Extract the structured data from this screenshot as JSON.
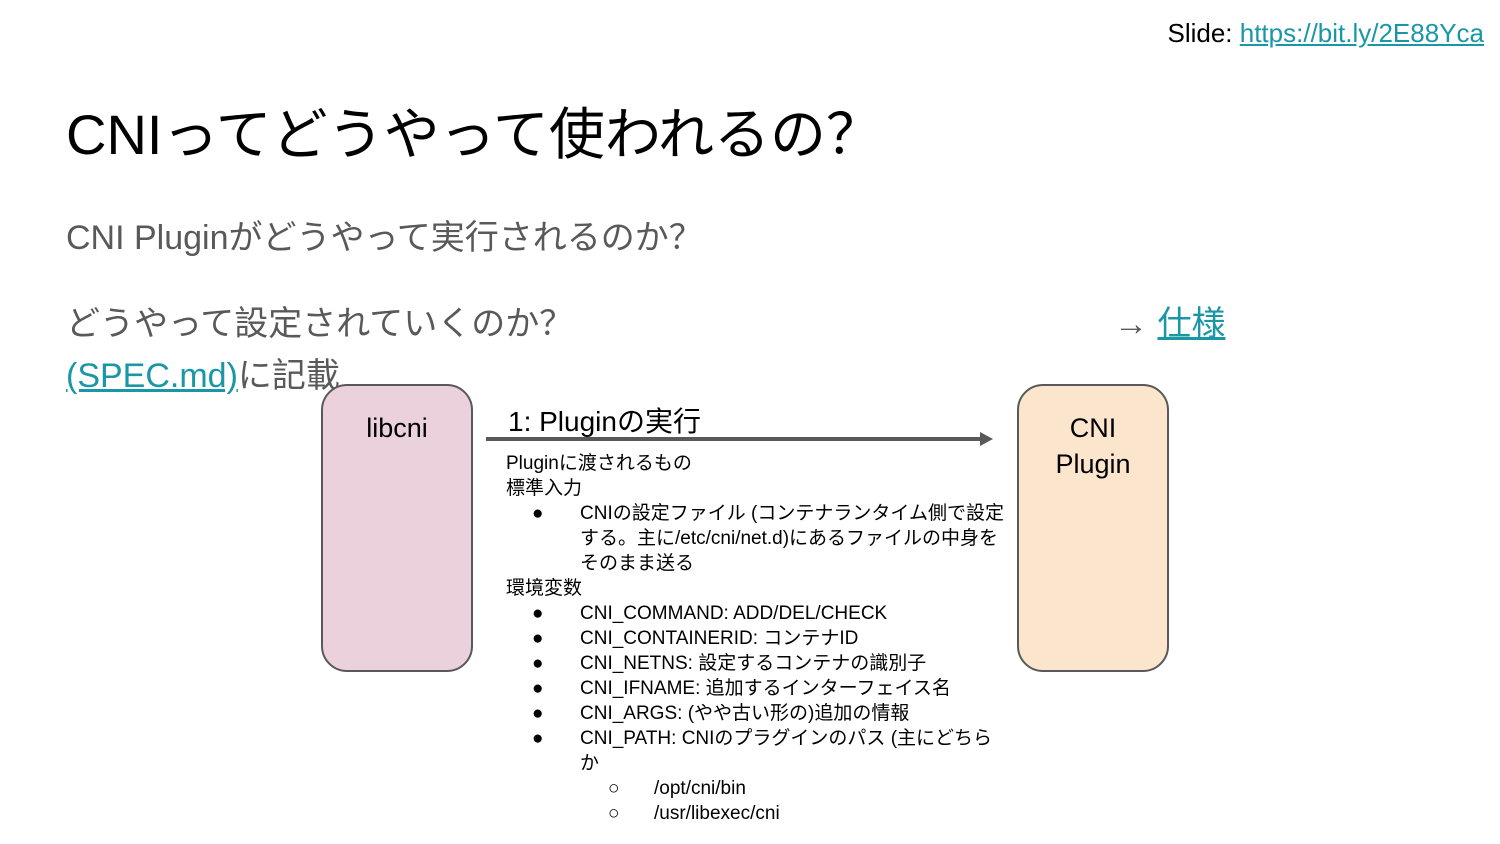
{
  "slide_link": {
    "prefix": "Slide: ",
    "url_text": "https://bit.ly/2E88Yca"
  },
  "title": "CNIってどうやって使われるの？",
  "subtitles": {
    "line1": "CNI Pluginがどうやって実行されるのか？",
    "line2": "どうやって設定されていくのか？",
    "arrow_prefix": "→ ",
    "spec_link1": "仕様",
    "spec_link2": "(SPEC.md)",
    "suffix": "に記載"
  },
  "diagram": {
    "left_box": "libcni",
    "right_box_line1": "CNI",
    "right_box_line2": "Plugin",
    "arrow_label": "1: Pluginの実行",
    "details": {
      "intro": "Pluginに渡されるもの",
      "stdin_heading": "標準入力",
      "stdin_items": [
        "CNIの設定ファイル (コンテナランタイム側で設定する。主に/etc/cni/net.d)にあるファイルの中身をそのまま送る"
      ],
      "env_heading": "環境変数",
      "env_items": [
        "CNI_COMMAND: ADD/DEL/CHECK",
        "CNI_CONTAINERID: コンテナID",
        "CNI_NETNS: 設定するコンテナの識別子",
        "CNI_IFNAME: 追加するインターフェイス名",
        "CNI_ARGS: (やや古い形の)追加の情報",
        "CNI_PATH: CNIのプラグインのパス (主にどちらか"
      ],
      "path_items": [
        "/opt/cni/bin",
        "/usr/libexec/cni"
      ],
      "bullet": "●",
      "sub_bullet": "○"
    }
  },
  "colors": {
    "link": "#1a97a6",
    "subtitle": "#595959",
    "libcni_fill": "#ead1dc",
    "plugin_fill": "#fce5cd",
    "arrow": "#595959"
  }
}
